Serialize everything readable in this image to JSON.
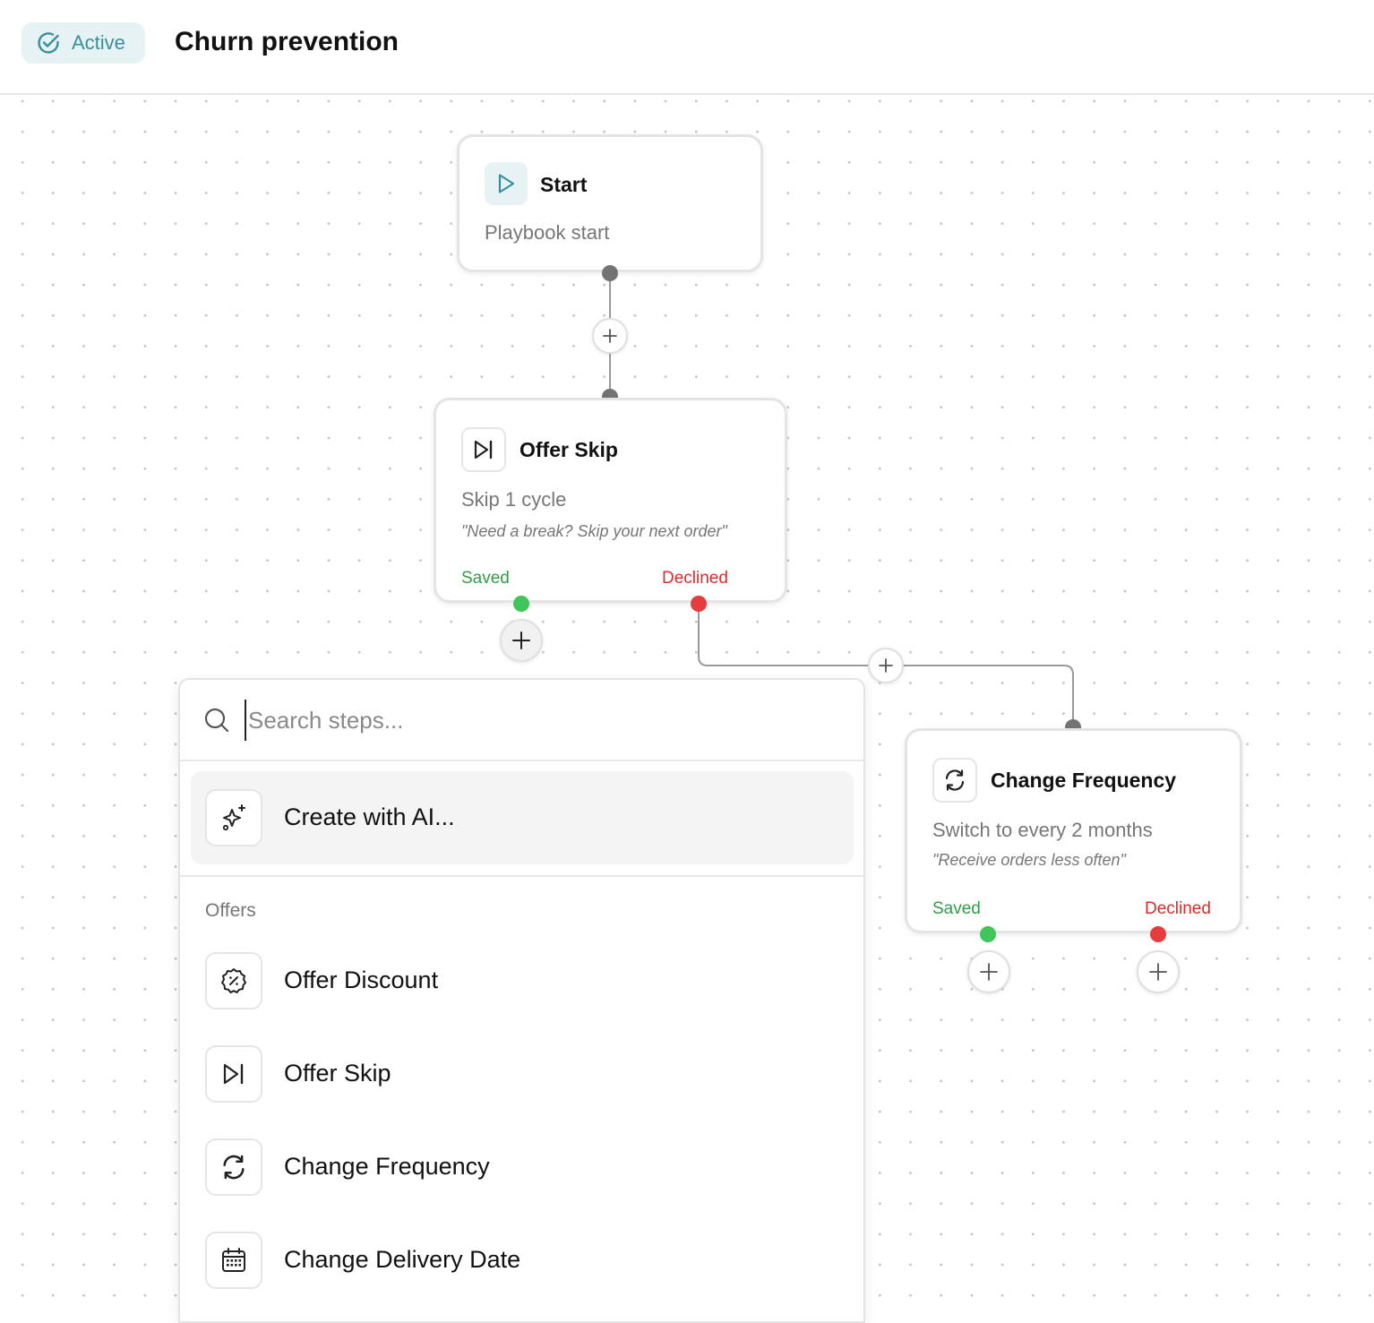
{
  "header": {
    "status_label": "Active",
    "title": "Churn prevention"
  },
  "nodes": {
    "start": {
      "title": "Start",
      "subtitle": "Playbook start",
      "icon": "play-icon"
    },
    "offer_skip": {
      "title": "Offer Skip",
      "subtitle": "Skip 1 cycle",
      "quote": "\"Need a break? Skip your next order\"",
      "saved_label": "Saved",
      "declined_label": "Declined",
      "icon": "skip-forward-icon"
    },
    "change_frequency": {
      "title": "Change Frequency",
      "subtitle": "Switch to every 2 months",
      "quote": "\"Receive orders less often\"",
      "saved_label": "Saved",
      "declined_label": "Declined",
      "icon": "refresh-icon"
    }
  },
  "picker": {
    "search_placeholder": "Search steps...",
    "ai_label": "Create with AI...",
    "section_label": "Offers",
    "items": [
      {
        "label": "Offer Discount",
        "icon": "discount-badge-icon"
      },
      {
        "label": "Offer Skip",
        "icon": "skip-forward-icon"
      },
      {
        "label": "Change Frequency",
        "icon": "refresh-icon"
      },
      {
        "label": "Change Delivery Date",
        "icon": "calendar-icon"
      }
    ]
  },
  "colors": {
    "accent": "#3a8f9e",
    "accent_bg": "#e7f2f4",
    "saved": "#2e9e49",
    "declined": "#dc2b2b",
    "port_saved": "#3fc55a",
    "port_declined": "#e53d3d",
    "port_neutral": "#737373"
  }
}
